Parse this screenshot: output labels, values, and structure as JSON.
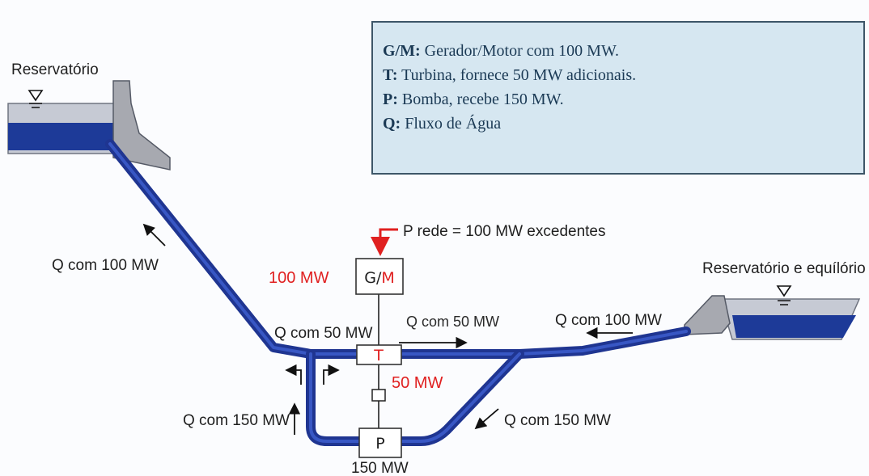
{
  "labels": {
    "reservatorio_superior": "Reservatório",
    "reservatorio_inferior": "Reservatório e equílório",
    "p_rede": "P rede = 100 MW excedentes",
    "q_100_left": "Q com 100 MW",
    "q_50_left": "Q com 50 MW",
    "q_50_right": "Q com 50 MW",
    "q_100_right": "Q com 100 MW",
    "q_150_left": "Q com 150 MW",
    "q_150_right": "Q com 150 MW",
    "gm_power": "100 MW",
    "t_power": "50 MW",
    "p_power": "150 MW"
  },
  "boxes": {
    "gm_g": "G/",
    "gm_m": "M",
    "turbine": "T",
    "pump": "P"
  },
  "legend": [
    {
      "key": "G/M:",
      "text": " Gerador/Motor com 100 MW."
    },
    {
      "key": "T:",
      "text": " Turbina, fornece 50 MW adicionais."
    },
    {
      "key": "P:",
      "text": " Bomba, recebe 150 MW."
    },
    {
      "key": "Q:",
      "text": " Fluxo de Água"
    }
  ],
  "colors": {
    "pipe": "#1f3591",
    "water": "#1d3a98",
    "dam": "#a7a9b0",
    "red": "#e02020",
    "legend_bg": "#d6e7f1",
    "legend_text": "#1b3a55"
  }
}
